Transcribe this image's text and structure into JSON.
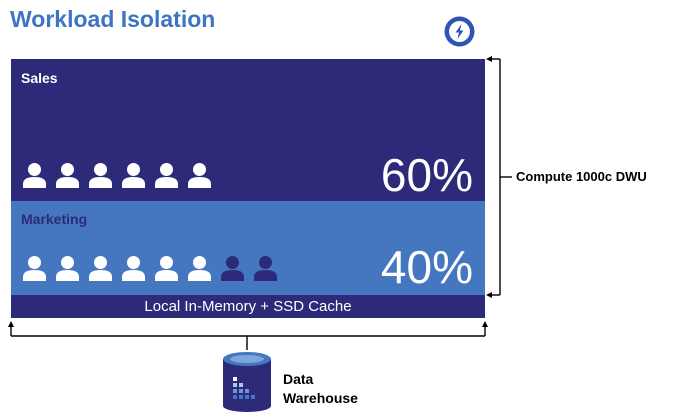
{
  "title": "Workload Isolation",
  "icons": {
    "badge": "lightning-bolt-icon",
    "person": "person-icon",
    "database": "database-icon"
  },
  "colors": {
    "title": "#3d74c3",
    "dark_navy": "#2c2a79",
    "medium_blue": "#4577c1",
    "white": "#ffffff"
  },
  "sales": {
    "label": "Sales",
    "percent": "60%",
    "people_count": 6
  },
  "marketing": {
    "label": "Marketing",
    "percent": "40%",
    "people_light_count": 6,
    "people_dark_count": 2
  },
  "cache_label": "Local In-Memory + SSD Cache",
  "compute_label": "Compute 1000c DWU",
  "data_warehouse": {
    "line1": "Data",
    "line2": "Warehouse"
  }
}
